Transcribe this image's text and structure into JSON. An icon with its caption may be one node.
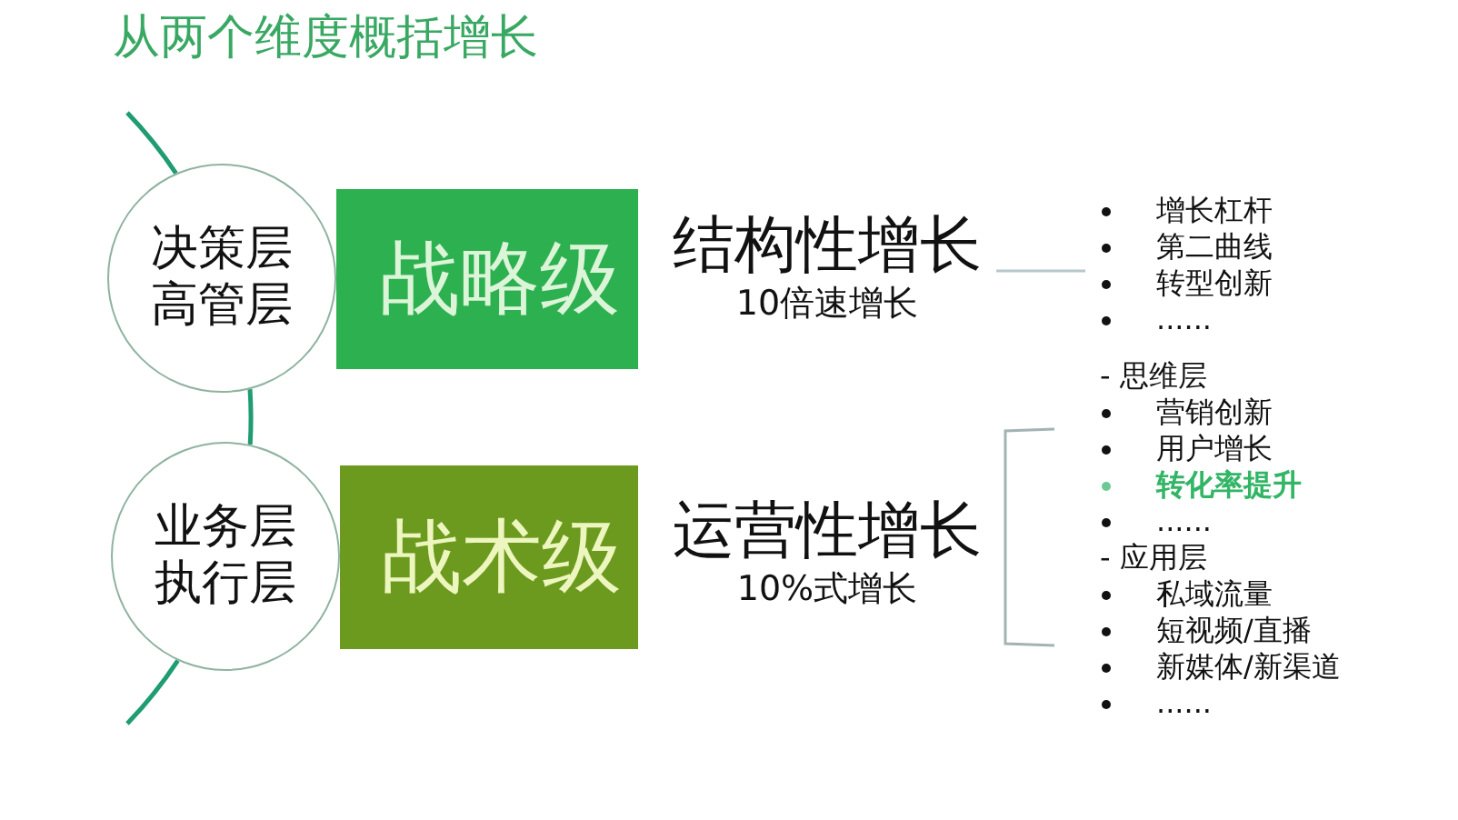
{
  "diagram": {
    "title": "从两个维度概括增长",
    "nodes": [
      {
        "text": [
          "决策层",
          "高管层"
        ]
      },
      {
        "text": [
          "战略级"
        ]
      },
      {
        "text": [
          "结构性增长",
          "10倍速增长"
        ]
      },
      {
        "text": [
          "增长杠杆",
          "第二曲线",
          "转型创新",
          "......"
        ]
      },
      {
        "text": [
          "业务层",
          "执行层"
        ]
      },
      {
        "text": [
          "战术级"
        ]
      },
      {
        "text": [
          "运营性增长",
          "10%式增长"
        ]
      },
      {
        "text": [
          "- 思维层",
          "营销创新",
          "用户增长",
          "转化率提升",
          "......",
          "- 应用层",
          "私域流量",
          "短视频/直播",
          "新媒体/新渠道",
          "......"
        ]
      }
    ],
    "edges": [
      {
        "from": null,
        "to": 0,
        "arrow": "none"
      },
      {
        "from": 0,
        "to": 4,
        "arrow": "none"
      },
      {
        "from": 4,
        "to": null,
        "arrow": "none"
      },
      {
        "from": 2,
        "to": 3,
        "arrow": "none",
        "color": "#b5c7cb"
      }
    ]
  }
}
